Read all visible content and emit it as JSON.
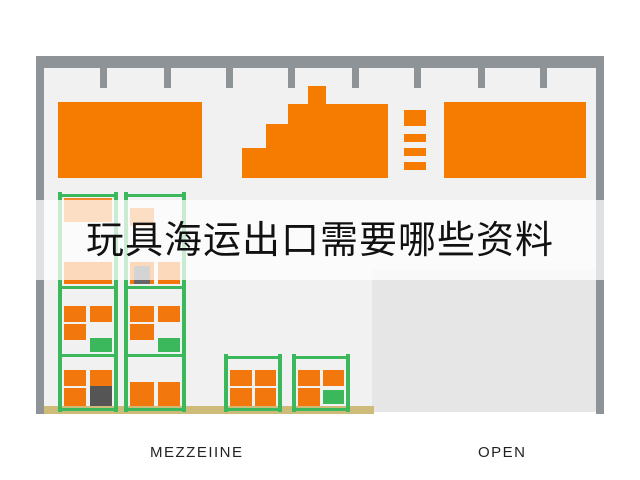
{
  "banner": {
    "title": "玩具海运出口需要哪些资料"
  },
  "captions": {
    "left": "MEZZEIINE",
    "right": "OPEN"
  },
  "colors": {
    "frame": "#8e9397",
    "panel": "#f57c00",
    "rack": "#3cb85c",
    "box": "#f2770d",
    "floor": "#cdbb7a",
    "wall": "#f1f1f1",
    "open_area": "#e8e8e8"
  },
  "icons": [
    "warehouse-illustration"
  ]
}
